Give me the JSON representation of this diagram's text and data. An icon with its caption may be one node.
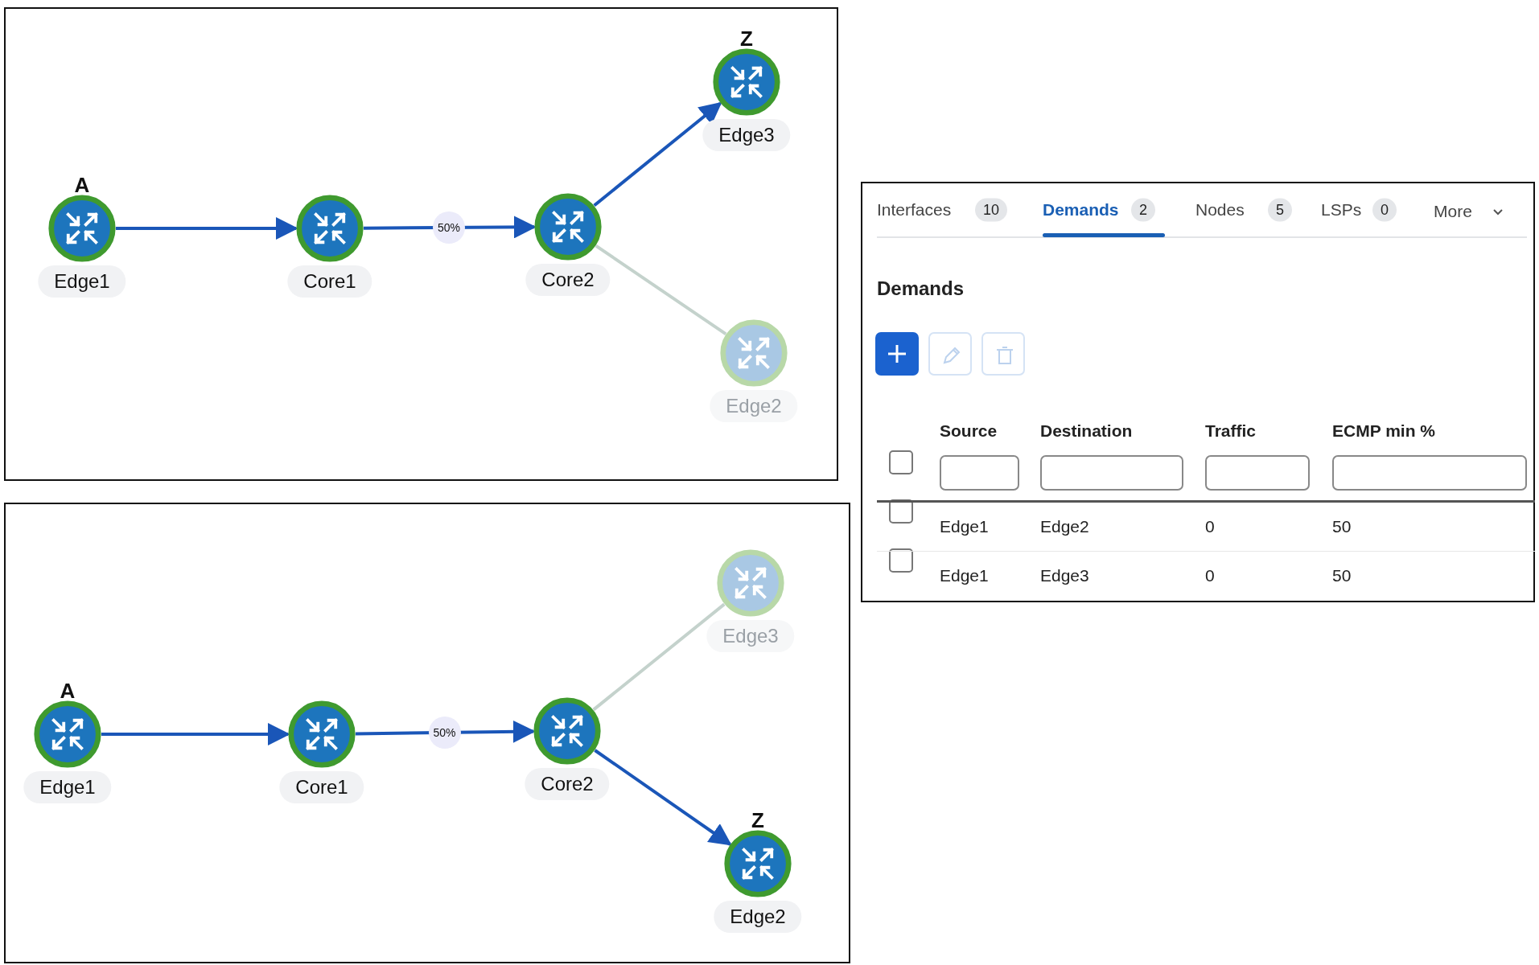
{
  "diagram": {
    "nodes": [
      {
        "text": [
          "Edge1"
        ],
        "beside": [
          "A"
        ]
      },
      {
        "text": [
          "Core1"
        ]
      },
      {
        "text": [
          "Core2"
        ]
      },
      {
        "text": [
          "Edge3"
        ],
        "beside": [
          "Z"
        ]
      },
      {
        "text": [
          "Edge2"
        ]
      },
      {
        "text": [
          "Edge1"
        ],
        "beside": [
          "A"
        ]
      },
      {
        "text": [
          "Core1"
        ]
      },
      {
        "text": [
          "Core2"
        ]
      },
      {
        "text": [
          "Edge3"
        ]
      },
      {
        "text": [
          "Edge2"
        ],
        "beside": [
          "Z"
        ]
      }
    ],
    "edges": [
      {
        "from": 0,
        "to": 1,
        "arrow": "to"
      },
      {
        "from": 1,
        "to": 2,
        "arrow": "to",
        "label": "50%"
      },
      {
        "from": 2,
        "to": 3,
        "arrow": "to"
      },
      {
        "from": 2,
        "to": 4,
        "arrow": "none",
        "color": "#c4d2cc"
      },
      {
        "from": 5,
        "to": 6,
        "arrow": "to"
      },
      {
        "from": 6,
        "to": 7,
        "arrow": "to",
        "label": "50%"
      },
      {
        "from": 7,
        "to": 8,
        "arrow": "none",
        "color": "#c4d2cc"
      },
      {
        "from": 7,
        "to": 9,
        "arrow": "to"
      }
    ],
    "labels": [
      "Interfaces",
      "10",
      "Demands",
      "2",
      "Nodes",
      "5",
      "LSPs",
      "0",
      "More",
      "Demands",
      "Source",
      "Destination",
      "Traffic",
      "ECMP min %",
      "Edge1",
      "Edge2",
      "0",
      "50",
      "Edge1",
      "Edge3",
      "0",
      "50"
    ]
  }
}
